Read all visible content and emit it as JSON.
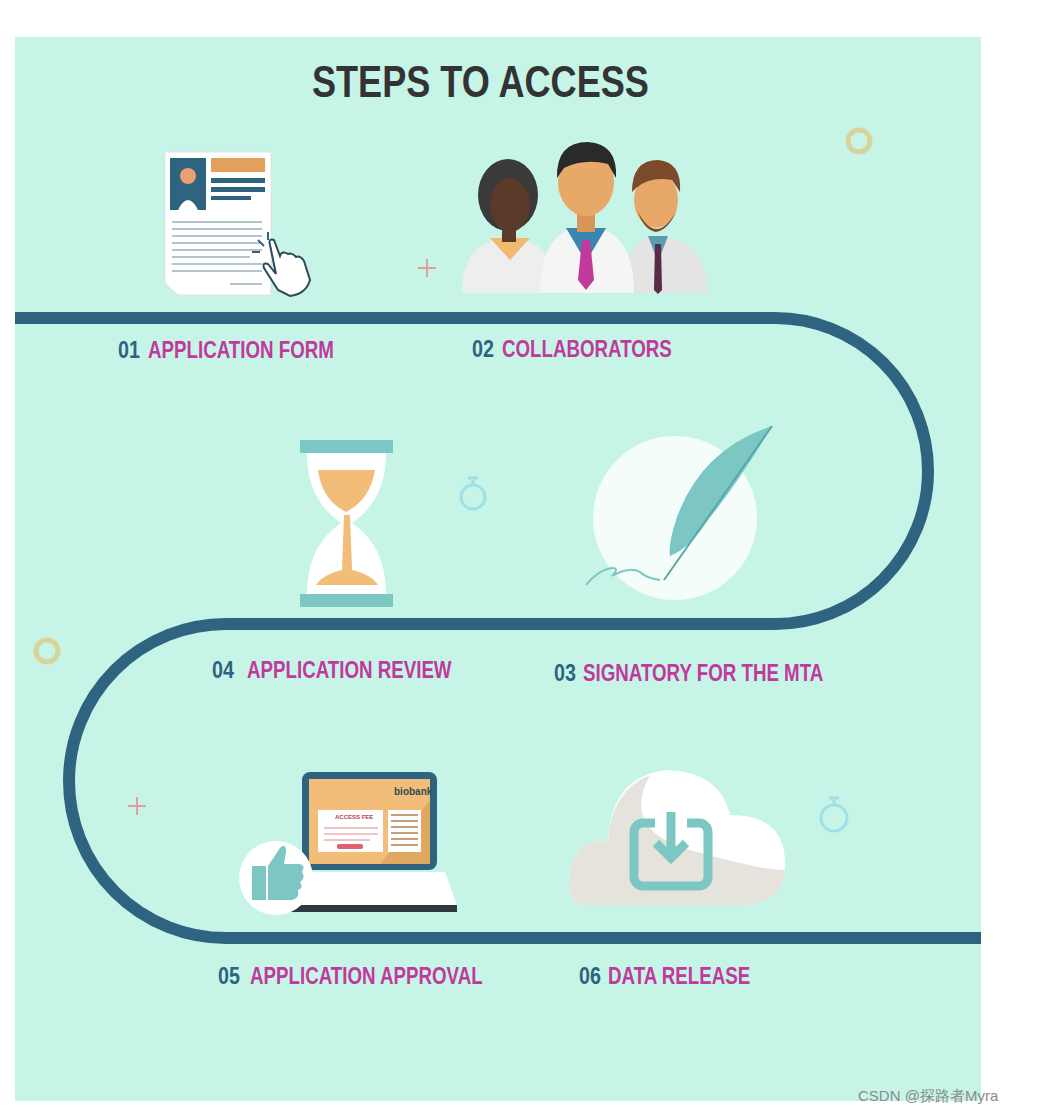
{
  "diagram": {
    "title": "STEPS TO ACCESS",
    "labels": [
      "01",
      "APPLICATION FORM",
      "02",
      "COLLABORATORS",
      "04",
      "APPLICATION REVIEW",
      "03",
      "SIGNATORY FOR THE MTA",
      "05",
      "APPLICATION APPROVAL",
      "06",
      "DATA RELEASE",
      "biobank",
      "ACCESS FEE",
      "CSDN @探路者Myra"
    ]
  }
}
